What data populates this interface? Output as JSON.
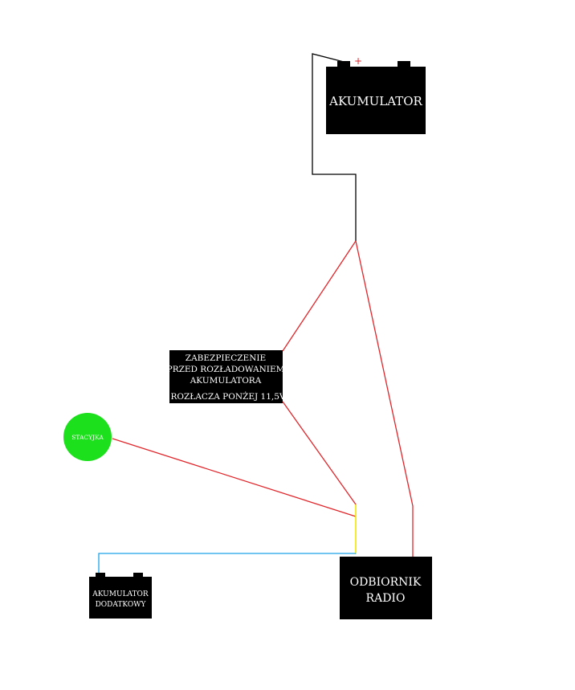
{
  "colors": {
    "background": "#ffffff",
    "box": "#000000",
    "wire_black": "#000000",
    "wire_red": "#e0262b",
    "wire_yellow": "#f2e600",
    "wire_blue": "#1aa3e8",
    "ignition": "#1be01b",
    "plus_sign": "#e0262b"
  },
  "main_battery": {
    "label": "AKUMULATOR",
    "plus": "+"
  },
  "protection_module": {
    "lines": [
      "ZABEZPIECZENIE",
      "PRZED ROZŁADOWANIEM",
      "AKUMULATORA",
      "ROZŁACZA PONŻEJ 11,5V"
    ]
  },
  "ignition": {
    "label": "STACYJKA"
  },
  "aux_battery": {
    "lines": [
      "AKUMULATOR",
      "DODATKOWY"
    ]
  },
  "radio": {
    "lines": [
      "ODBIORNIK",
      "RADIO"
    ]
  }
}
